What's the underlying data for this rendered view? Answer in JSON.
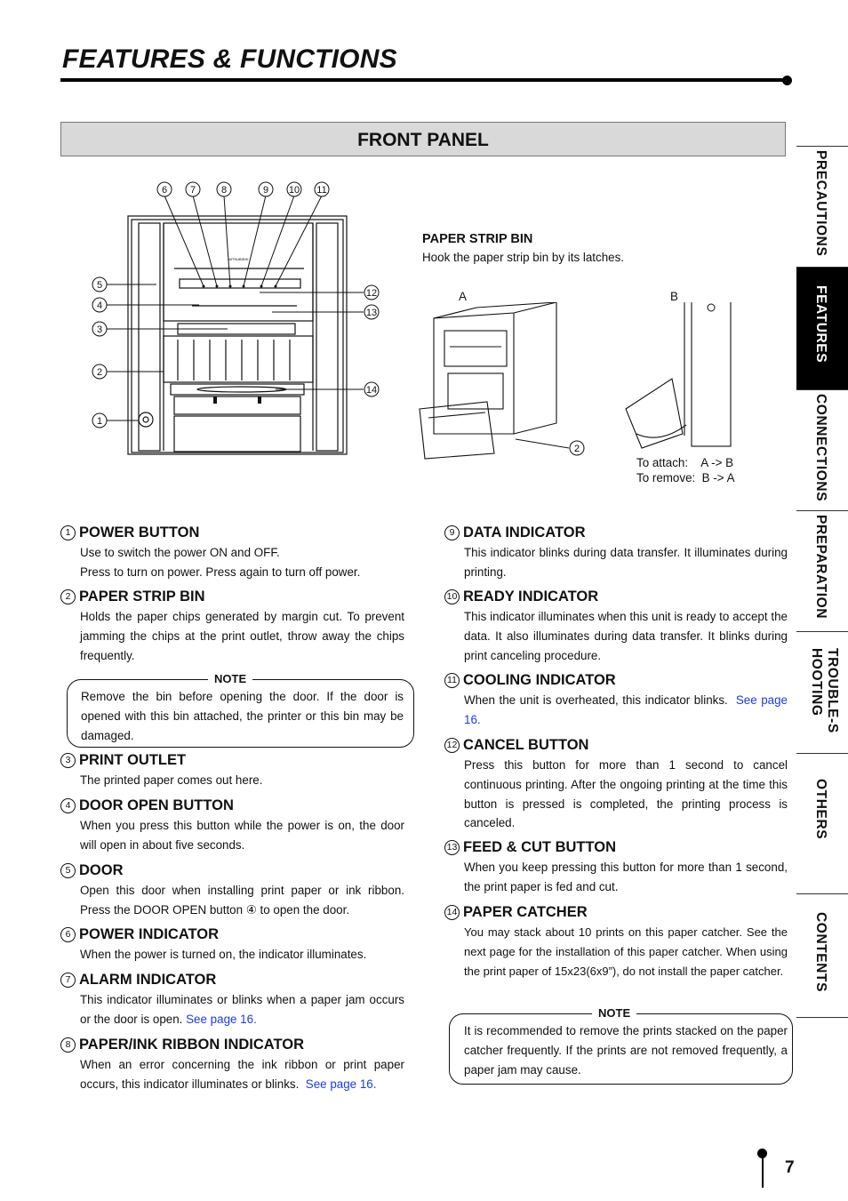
{
  "header": {
    "title": "FEATURES & FUNCTIONS",
    "section": "FRONT PANEL"
  },
  "figure": {
    "callouts_top": [
      "6",
      "7",
      "8",
      "9",
      "10",
      "11"
    ],
    "callouts_left": [
      "5",
      "4",
      "3",
      "2",
      "1"
    ],
    "callouts_right": [
      "12",
      "13",
      "14"
    ],
    "brand_text": "MITSUBISHI"
  },
  "paper_strip_bin_figure": {
    "title": "PAPER STRIP BIN",
    "caption": "Hook the paper strip bin by its latches.",
    "label_a": "A",
    "label_b": "B",
    "callout": "2",
    "attach": "To attach:    A -> B",
    "remove": "To remove:  B -> A"
  },
  "left_items": [
    {
      "num": "1",
      "title": "POWER BUTTON",
      "lines": [
        "Use to switch the power ON and OFF.",
        "Press to turn on power.  Press again to turn off power."
      ]
    },
    {
      "num": "2",
      "title": "PAPER STRIP BIN",
      "text": "Holds the paper chips generated by margin cut. To prevent jamming the chips at the print outlet, throw away the chips frequently."
    },
    {
      "num": "3",
      "title": "PRINT OUTLET",
      "text": "The printed paper comes out here."
    },
    {
      "num": "4",
      "title": "DOOR OPEN BUTTON",
      "text": "When you press this button while the power is on, the door will open in about five seconds."
    },
    {
      "num": "5",
      "title": "DOOR",
      "text": "Open this door when installing print paper or ink ribbon. Press the DOOR OPEN button ④ to open the door."
    },
    {
      "num": "6",
      "title": "POWER INDICATOR",
      "text": "When the power is turned on, the indicator illuminates."
    },
    {
      "num": "7",
      "title": "ALARM INDICATOR",
      "text": "This indicator illuminates or blinks when a paper jam occurs or the door is open.",
      "link": "See page 16."
    },
    {
      "num": "8",
      "title": "PAPER/INK RIBBON INDICATOR",
      "text": "When an error concerning the ink ribbon or print paper occurs, this indicator illuminates or blinks.",
      "link": "See page 16."
    }
  ],
  "note_left": {
    "label": "NOTE",
    "text": "Remove the bin before opening the door. If the door is opened with this bin attached, the printer or this bin may be damaged."
  },
  "right_items": [
    {
      "num": "9",
      "title": "DATA INDICATOR",
      "text": "This indicator blinks during data transfer. It illuminates during printing."
    },
    {
      "num": "10",
      "title": "READY INDICATOR",
      "text": "This indicator illuminates when this unit is ready to accept the data. It also illuminates during data transfer. It blinks during print canceling procedure."
    },
    {
      "num": "11",
      "title": "COOLING INDICATOR",
      "text": "When the unit is overheated, this indicator blinks.",
      "link": "See page 16."
    },
    {
      "num": "12",
      "title": "CANCEL BUTTON",
      "text": "Press this button for more than 1 second to cancel continuous printing. After the ongoing printing at the time this button is pressed is completed, the printing process is canceled."
    },
    {
      "num": "13",
      "title": "FEED & CUT BUTTON",
      "text": "When you keep pressing this button for more than 1 second, the print paper is fed and cut."
    },
    {
      "num": "14",
      "title": "PAPER CATCHER",
      "text": "You may stack about 10 prints on this paper catcher. See the next page for the installation of this paper catcher. When using the print paper of 15x23(6x9”), do not install the paper catcher."
    }
  ],
  "note_right": {
    "label": "NOTE",
    "text": "It is recommended to remove the prints stacked on the paper catcher frequently. If the prints are not removed frequently, a paper jam may cause."
  },
  "tabs": [
    "PRECAUTIONS",
    "FEATURES",
    "CONNECTIONS",
    "PREPARATION",
    "TROUBLE-SHOOTING",
    "OTHERS",
    "CONTENTS"
  ],
  "page_number": "7"
}
